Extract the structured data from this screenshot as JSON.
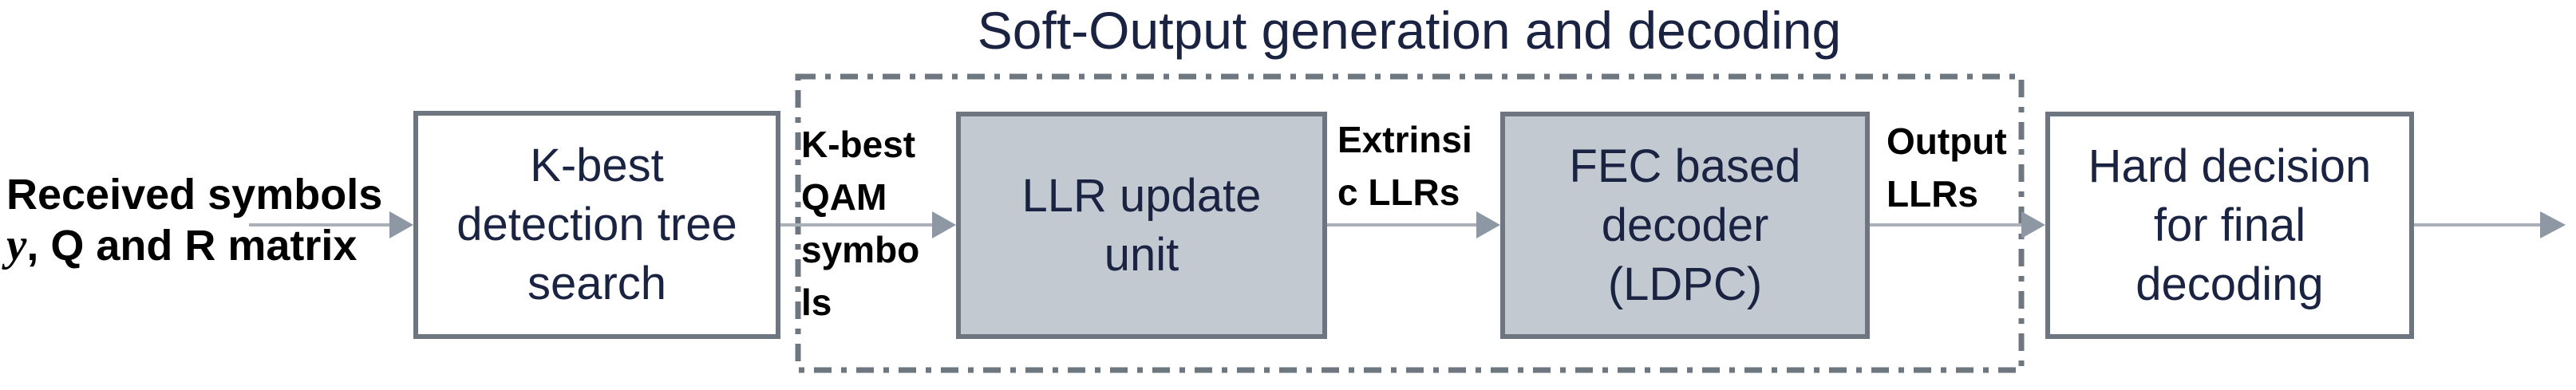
{
  "title": "Soft-Output generation and decoding",
  "input_label": {
    "line1": "Received symbols",
    "symbol": "y",
    "rest": ", Q and R matrix"
  },
  "blocks": {
    "kbest": {
      "label": "K-best\ndetection tree\nsearch"
    },
    "llr": {
      "label": "LLR update\nunit"
    },
    "fec": {
      "label": "FEC based\ndecoder\n(LDPC)"
    },
    "hard": {
      "label": "Hard decision\nfor final\ndecoding"
    }
  },
  "flow_labels": {
    "qam": {
      "text": "K-best\nQAM\nsymbo\nls"
    },
    "extrinsic": {
      "text": "Extrinsi\nc LLRs"
    },
    "output": {
      "text": "Output\nLLRs"
    }
  },
  "colors": {
    "navy_text": "#1a2442",
    "black_text": "#000000",
    "box_fill_gray": "#c3c9d1",
    "box_fill_white": "#ffffff",
    "box_border": "#6d7581",
    "dashed_border": "#6e7780",
    "arrow_line": "#a9b0b8",
    "arrow_head": "#8e98a4"
  }
}
